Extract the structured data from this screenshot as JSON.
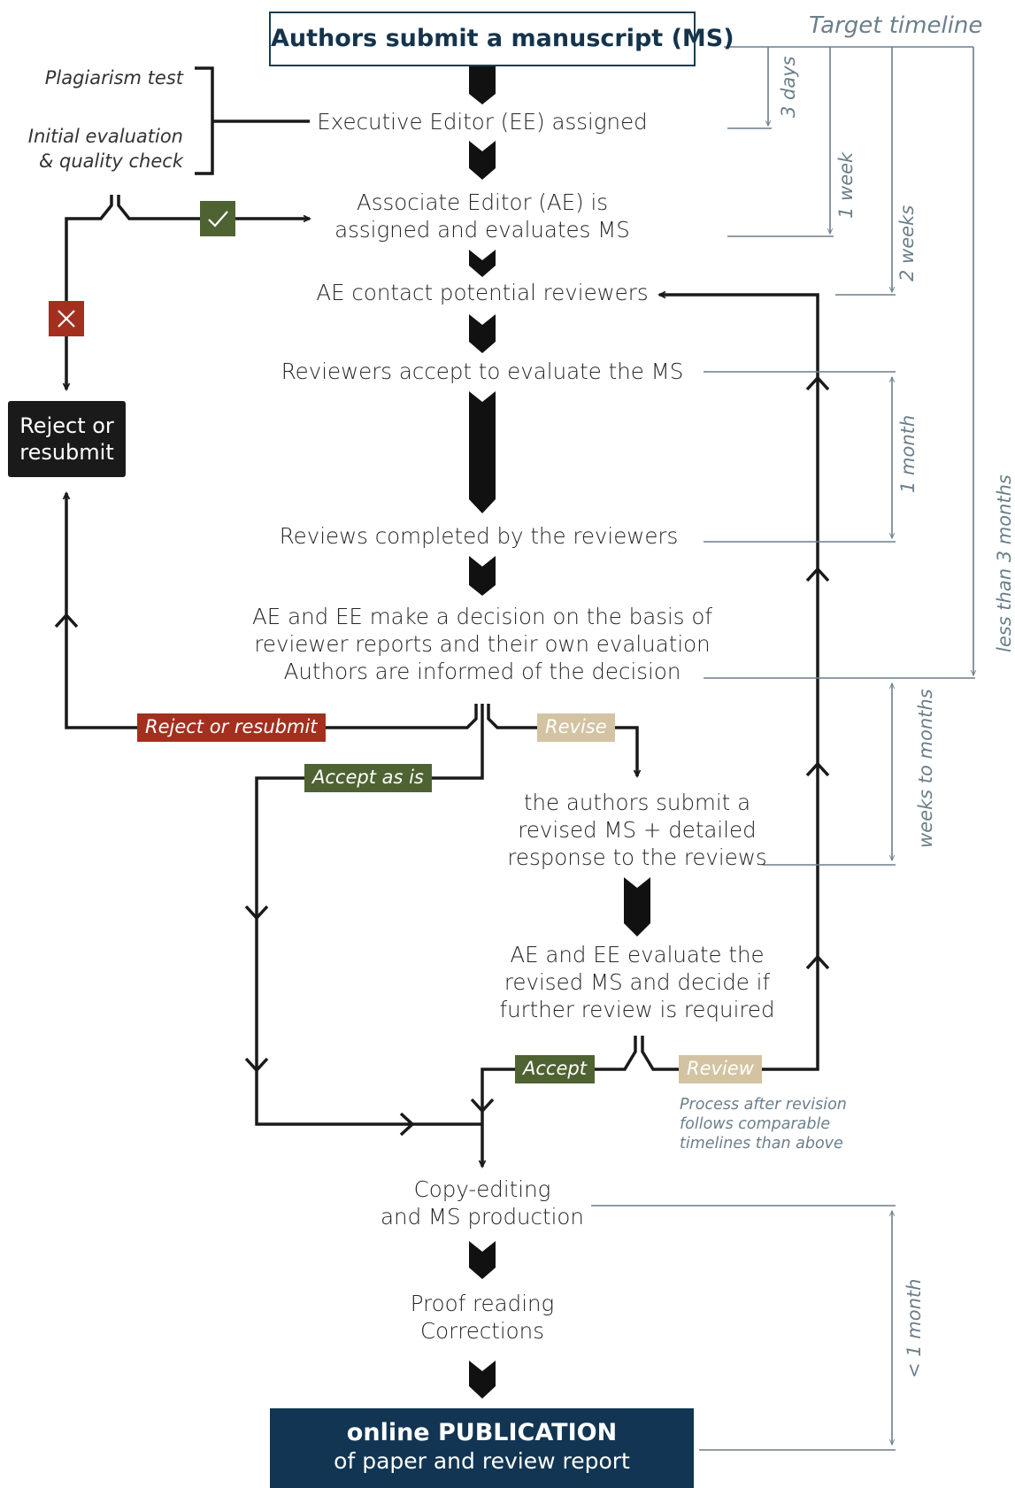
{
  "header": {
    "start_box": "Authors submit a manuscript (MS)",
    "timeline_title": "Target timeline"
  },
  "side_notes": {
    "plagiarism": "Plagiarism test",
    "initial_line1": "Initial evaluation",
    "initial_line2": "& quality check"
  },
  "steps": {
    "ee_assigned": "Executive Editor (EE) assigned",
    "ae_line1": "Associate Editor (AE) is",
    "ae_line2": "assigned and evaluates MS",
    "ae_contact": "AE contact potential reviewers",
    "reviewers_accept": "Reviewers accept to evaluate the MS",
    "reviews_completed": "Reviews completed by the reviewers",
    "decision_line1": "AE and EE make a decision on the basis of",
    "decision_line2": "reviewer reports and their own evaluation",
    "decision_line3": "Authors are informed of the decision",
    "revised_line1": "the authors submit a",
    "revised_line2": "revised MS + detailed",
    "revised_line3": "response to the reviews",
    "reeval_line1": "AE and EE evaluate the",
    "reeval_line2": "revised MS and decide if",
    "reeval_line3": "further review is required",
    "copyedit_line1": "Copy-editing",
    "copyedit_line2": "and MS production",
    "proof_line1": "Proof reading",
    "proof_line2": "Corrections"
  },
  "reject_box": {
    "line1": "Reject or",
    "line2": "resubmit"
  },
  "publication": {
    "line1": "online PUBLICATION",
    "line2": "of paper and review report"
  },
  "tags": {
    "reject_or_resubmit": "Reject or resubmit",
    "revise": "Revise",
    "accept_as_is": "Accept as is",
    "accept": "Accept",
    "review": "Review"
  },
  "icons": {
    "approve": "check-icon",
    "reject": "cross-icon"
  },
  "note": {
    "line1": "Process after revision",
    "line2": "follows comparable",
    "line3": "timelines than above"
  },
  "timeline": {
    "three_days": "3 days",
    "one_week": "1 week",
    "two_weeks": "2 weeks",
    "one_month": "1 month",
    "less_than_three_months": "less than 3 months",
    "weeks_to_months": "weeks to months",
    "under_one_month": "< 1 month"
  },
  "colors": {
    "navy": "#14344d",
    "reject_red": "#a3301f",
    "accept_green": "#4f6232",
    "revise_beige": "#d3c3a2",
    "timeline_gray": "#6b7f8a",
    "flow_black": "#1a1a1a"
  }
}
